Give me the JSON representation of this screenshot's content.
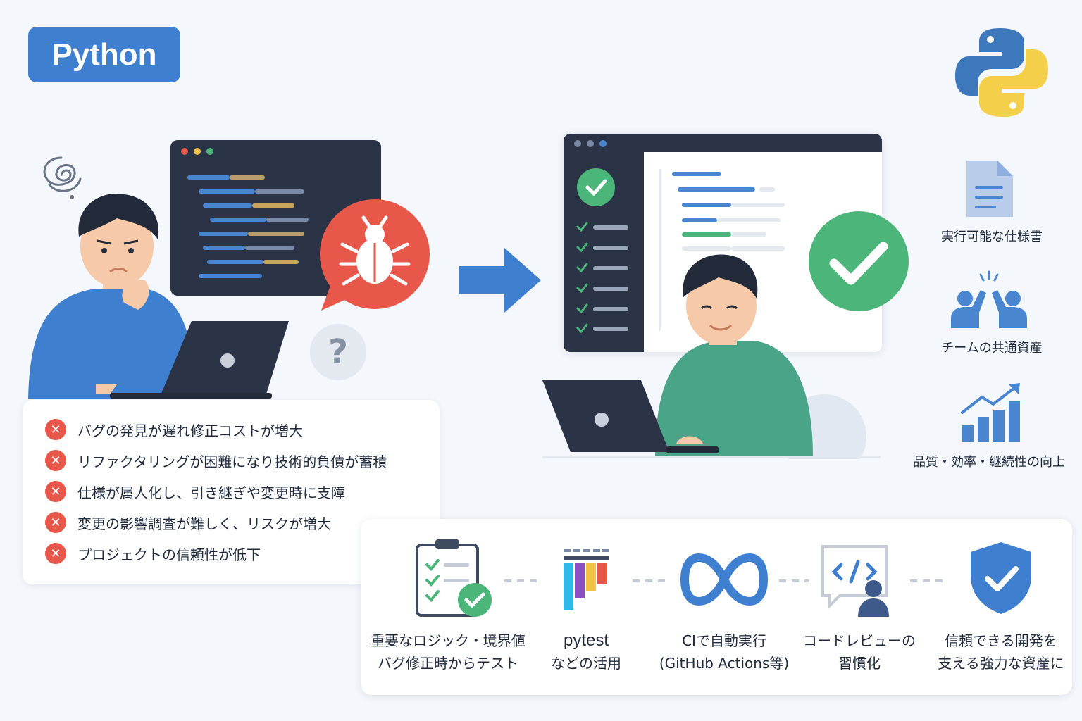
{
  "badge": {
    "label": "Python"
  },
  "problems": [
    "バグの発見が遅れ修正コストが増大",
    "リファクタリングが困難になり技術的負債が蓄積",
    "仕様が属人化し、引き継ぎや変更時に支障",
    "変更の影響調査が難しく、リスクが増大",
    "プロジェクトの信頼性が低下"
  ],
  "benefits": [
    {
      "label": "実行可能な仕様書",
      "icon": "document-icon"
    },
    {
      "label": "チームの共通資産",
      "icon": "high-five-icon"
    },
    {
      "label": "品質・効率・継続性の向上",
      "icon": "growth-chart-icon"
    }
  ],
  "practices": [
    {
      "line1": "重要なロジック・境界値",
      "line2": "バグ修正時からテスト",
      "icon": "checklist-icon"
    },
    {
      "line1": "pytest",
      "line2": "などの活用",
      "icon": "pytest-logo-icon"
    },
    {
      "line1": "CIで自動実行",
      "line2": "(GitHub Actions等)",
      "icon": "infinity-icon"
    },
    {
      "line1": "コードレビューの",
      "line2": "習慣化",
      "icon": "code-review-icon"
    },
    {
      "line1": "信頼できる開発を",
      "line2": "支える強力な資産に",
      "icon": "shield-check-icon"
    }
  ],
  "misc": {
    "question_mark": "?",
    "x_glyph": "✕"
  },
  "colors": {
    "accent_blue": "#3f7fcf",
    "error_red": "#e8584a",
    "success_green": "#4cb57a",
    "dark_panel": "#2b3447"
  }
}
